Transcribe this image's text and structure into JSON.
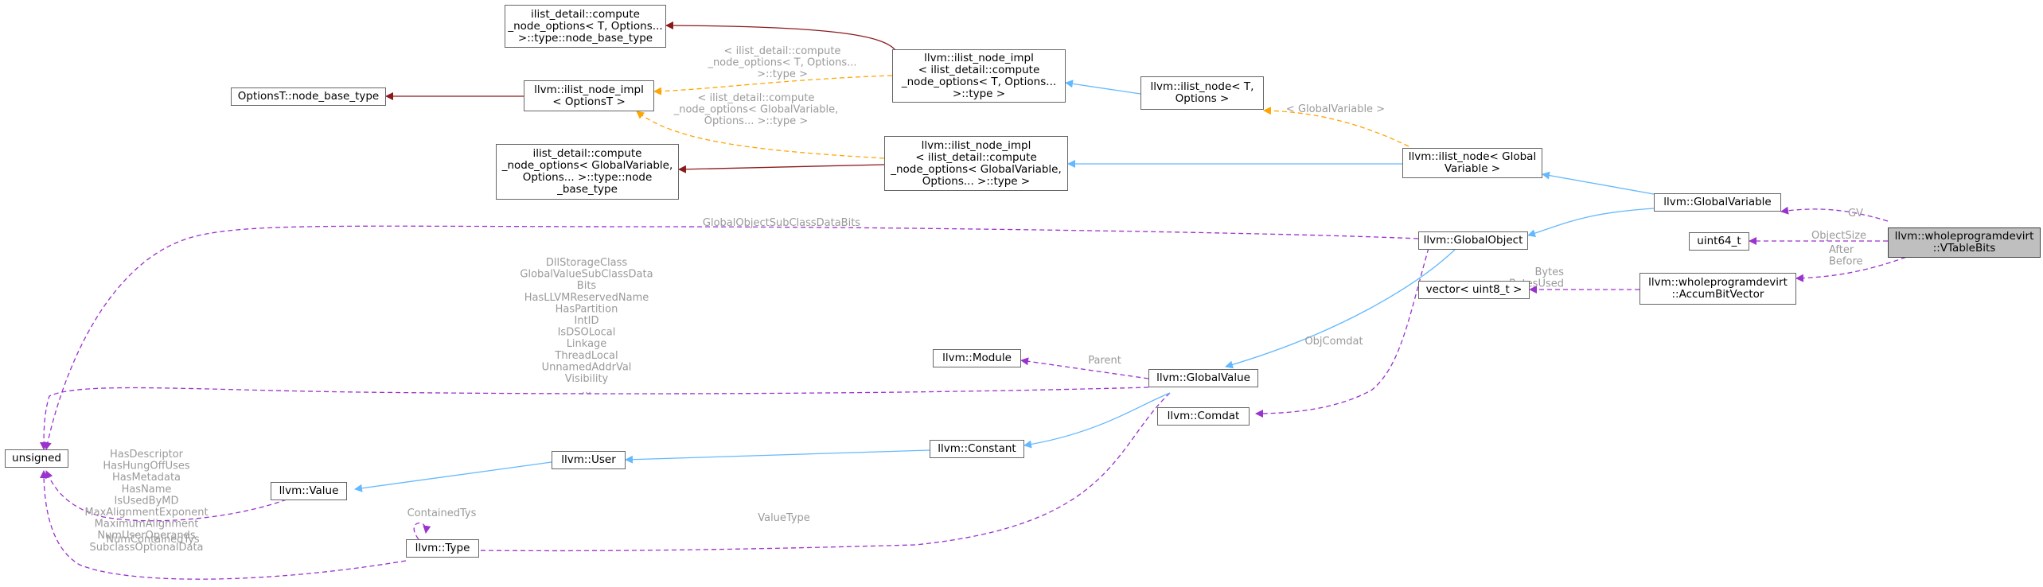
{
  "colors": {
    "inherit": "#63b8ff",
    "usage": "#9a32cd",
    "template": "#ffa500",
    "typedef": "#8b1a1a",
    "label": "#9a9a9a"
  },
  "nodes": {
    "vtablebits": "llvm::wholeprogramdevirt\n::VTableBits",
    "globalvariable": "llvm::GlobalVariable",
    "uint64": "uint64_t",
    "accumbitvector": "llvm::wholeprogramdevirt\n::AccumBitVector",
    "vector_uint8": "vector< uint8_t >",
    "globalobject": "llvm::GlobalObject",
    "ilist_node_gv": "llvm::ilist_node< Global\nVariable >",
    "ilist_node_t": "llvm::ilist_node< T,\nOptions >",
    "ilist_node_impl_gv": "llvm::ilist_node_impl\n< ilist_detail::compute\n_node_options< GlobalVariable,\nOptions... >::type >",
    "ilist_node_impl_t": "llvm::ilist_node_impl\n< ilist_detail::compute\n_node_options< T, Options...\n>::type >",
    "ilist_node_impl_optionst": "llvm::ilist_node_impl\n< OptionsT >",
    "optionst_base": "OptionsT::node_base_type",
    "compute_t_base": "ilist_detail::compute\n_node_options< T, Options...\n>::type::node_base_type",
    "compute_gv_base": "ilist_detail::compute\n_node_options< GlobalVariable,\nOptions... >::type::node\n_base_type",
    "globalvalue": "llvm::GlobalValue",
    "module": "llvm::Module",
    "comdat": "llvm::Comdat",
    "constant": "llvm::Constant",
    "user": "llvm::User",
    "value": "llvm::Value",
    "type": "llvm::Type",
    "unsigned": "unsigned"
  },
  "edge_labels": {
    "gv": "GV",
    "objectsize": "ObjectSize",
    "after_before": "After\nBefore",
    "bytes": "Bytes\nBytesUsed",
    "tmpl_gv": "< GlobalVariable >",
    "tmpl_t_opts": "< ilist_detail::compute\n_node_options< T, Options...\n>::type >",
    "tmpl_gv_opts": "< ilist_detail::compute\n_node_options< GlobalVariable,\nOptions... >::type >",
    "subclassdata": "GlobalObjectSubClassDataBits",
    "objcomdat": "ObjComdat",
    "parent": "Parent",
    "gv_fields": "DllStorageClass\nGlobalValueSubClassData\nBits\nHasLLVMReservedName\nHasPartition\nIntID\nIsDSOLocal\nLinkage\nThreadLocal\nUnnamedAddrVal\nVisibility\n...",
    "value_fields": "HasDescriptor\nHasHungOffUses\nHasMetadata\nHasName\nIsUsedByMD\nMaxAlignmentExponent\nMaximumAlignment\nNumUserOperands\nSubclassOptionalData",
    "containedtys": "ContainedTys",
    "numcontainedtys": "NumContainedTys",
    "valuetype": "ValueType"
  }
}
